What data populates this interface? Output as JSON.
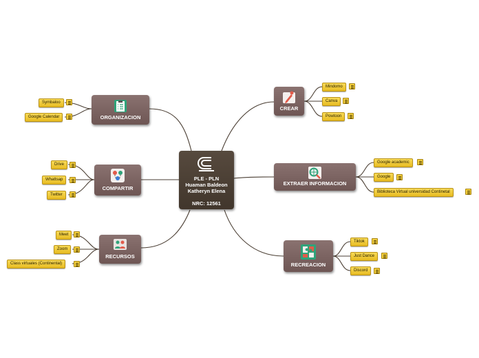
{
  "central": {
    "line1": "PLE - PLN",
    "line2": "Huaman Baldeon",
    "line3": "Katheryn Elena",
    "line4": "NRC: 12561"
  },
  "branches": {
    "organizacion": {
      "label": "ORGANIZACION",
      "icon": "checklist-icon",
      "leaves": [
        "Symbaloo",
        "Google Calendar"
      ]
    },
    "compartir": {
      "label": "COMPARTIR",
      "icon": "people-share-icon",
      "leaves": [
        "Drive",
        "Whattsap",
        "Twitter"
      ]
    },
    "recursos": {
      "label": "RECURSOS",
      "icon": "resources-icon",
      "leaves": [
        "Meet",
        "Zoom",
        "Class virtuales (Continental)"
      ]
    },
    "crear": {
      "label": "CREAR",
      "icon": "create-icon",
      "leaves": [
        "Mindomo",
        "Canva",
        "Powtoon"
      ]
    },
    "extraer": {
      "label": "EXTRAER INFORMACION",
      "icon": "search-globe-icon",
      "leaves": [
        "Google academic",
        "Google",
        "Biblioteca Virtual universidad Continetal"
      ]
    },
    "recreacion": {
      "label": "RECREACION",
      "icon": "puzzle-icon",
      "leaves": [
        "Tiktok",
        "Just Dance",
        "Discord"
      ]
    }
  },
  "colors": {
    "central": "#4a3e33",
    "branch": "#7d6462",
    "leaf": "#f1cb3a",
    "connector": "#4a3e33"
  }
}
